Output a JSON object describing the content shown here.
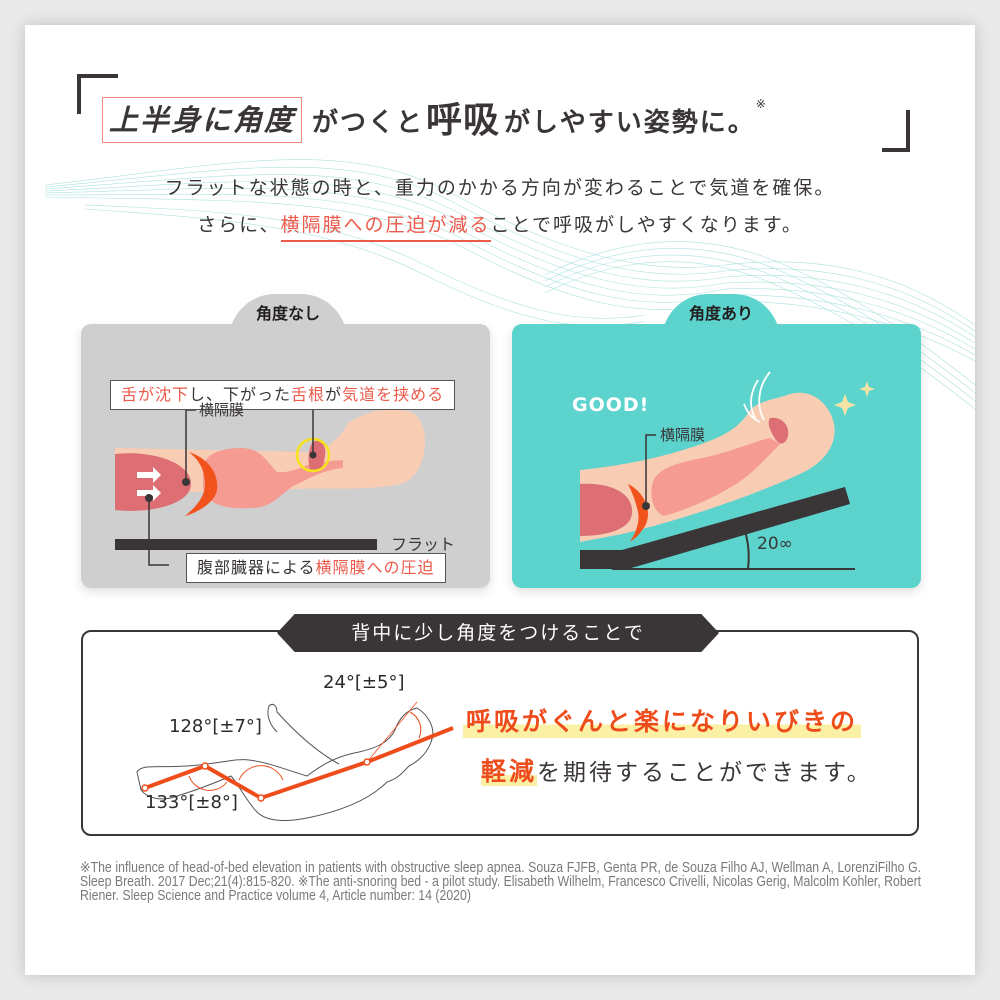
{
  "headline": {
    "boxed": "上半身に角度",
    "mid": "がつくと",
    "emphasis": "呼吸",
    "end": "がしやすい姿勢に。",
    "note_mark": "※"
  },
  "subtext": {
    "line1": "フラットな状態の時と、重力のかかる方向が変わることで気道を確保。",
    "line2_prefix": "さらに、",
    "line2_highlight": "横隔膜への圧迫が減る",
    "line2_suffix": "ことで呼吸がしやすくなります。"
  },
  "panel_left": {
    "tab_label": "角度なし",
    "callout_top": {
      "part1": "舌が沈下",
      "part2": "し、下がった",
      "part3": "舌根",
      "part4": "が",
      "part5": "気道を挟める"
    },
    "diaphragm_label": "横隔膜",
    "flat_label": "フラット",
    "callout_bottom": {
      "part1": "腹部臓器による",
      "part2": "横隔膜への圧迫"
    },
    "colors": {
      "background": "#cfcfcf",
      "skin": "#f8cdb4",
      "organ": "#f59b92",
      "abdomen": "#dd6e74",
      "diaphragm": "#f2521b",
      "highlight_ring": "#f7e21b"
    }
  },
  "panel_right": {
    "tab_label": "角度あり",
    "good_label": "GOOD!",
    "diaphragm_label": "横隔膜",
    "angle_label": "20∞",
    "colors": {
      "background": "#5dd3cd",
      "bed": "#3a3536"
    }
  },
  "bottom_section": {
    "banner": "背中に少し角度をつけることで",
    "angles": {
      "head": "24°[±5°]",
      "hip": "128°[±7°]",
      "knee": "133°[±8°]"
    },
    "benefit_line1": "呼吸がぐんと楽になりいびきの",
    "benefit_line2_highlight": "軽減",
    "benefit_line2_rest": "を期待することができます。",
    "colors": {
      "accent": "#ee4d1b",
      "marker": "#fbf1a6"
    }
  },
  "footnote": "※The influence of head-of-bed elevation in patients with obstructive sleep apnea. Souza FJFB, Genta PR, de Souza Filho AJ, Wellman A, LorenziFilho G. Sleep Breath. 2017 Dec;21(4):815-820. ※The anti-snoring bed - a pilot study. Elisabeth Wilhelm, Francesco Crivelli, Nicolas Gerig, Malcolm Kohler, Robert Riener. Sleep Science and Practice volume 4, Article number: 14 (2020)"
}
